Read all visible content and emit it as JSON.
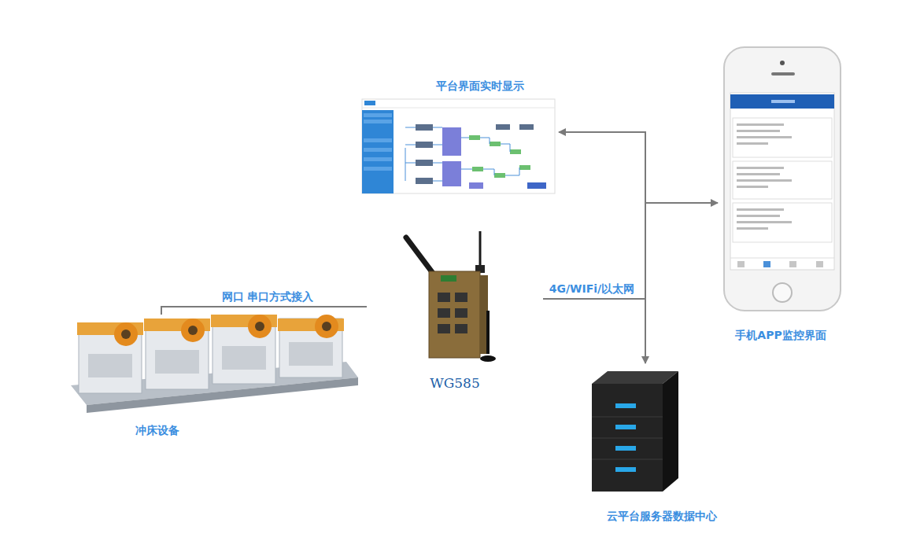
{
  "diagram": {
    "nodes": [
      {
        "text": [
          "平台界面实时显示"
        ]
      },
      {
        "text": [
          "手机APP监控界面"
        ]
      },
      {
        "text": [
          "WG585"
        ]
      },
      {
        "text": [
          "冲床设备"
        ]
      },
      {
        "text": [
          "云平台服务器数据中心"
        ]
      }
    ],
    "edges": [
      {
        "from": 3,
        "to": 2,
        "arrow": "none",
        "label": "网口 串口方式接入"
      },
      {
        "from": 2,
        "to": 0,
        "arrow": "to"
      },
      {
        "from": 2,
        "to": 1,
        "arrow": "to"
      },
      {
        "from": 2,
        "to": 4,
        "arrow": "to",
        "label": "4G/WIFi/以太网"
      }
    ]
  }
}
